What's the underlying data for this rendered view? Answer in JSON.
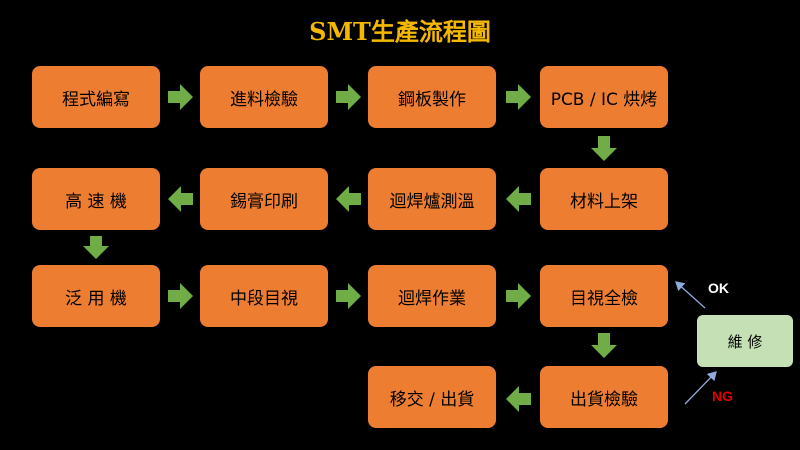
{
  "title": "SMT生產流程圖",
  "colors": {
    "box": "#ED7D31",
    "arrow": "#70AD47",
    "repair_box": "#C5E0B4",
    "title": "#F5B800",
    "ok": "#FFFFFF",
    "ng": "#E00000",
    "connector": "#8FAADC"
  },
  "steps": [
    "程式編寫",
    "進料檢驗",
    "鋼板製作",
    "PCB / IC 烘烤",
    "材料上架",
    "迴焊爐測溫",
    "錫膏印刷",
    "高 速 機",
    "泛 用 機",
    "中段目視",
    "迴焊作業",
    "目視全檢",
    "出貨檢驗",
    "移交 / 出貨"
  ],
  "repair": "維 修",
  "ok_label": "OK",
  "ng_label": "NG"
}
